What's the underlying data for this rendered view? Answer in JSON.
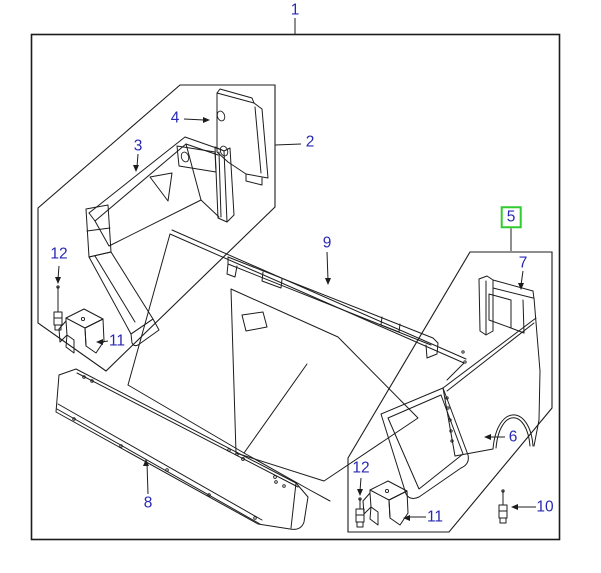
{
  "theme": {
    "background": "#ffffff",
    "line_color": "#1c1c1c",
    "label_color": "#2828b4",
    "highlight_color": "#2ecc2e"
  },
  "diagram": {
    "type": "exploded-parts-diagram",
    "highlighted_callout": "5",
    "callouts": [
      {
        "id": "1",
        "label": "1"
      },
      {
        "id": "2",
        "label": "2"
      },
      {
        "id": "3",
        "label": "3"
      },
      {
        "id": "4",
        "label": "4"
      },
      {
        "id": "5",
        "label": "5",
        "highlighted": true
      },
      {
        "id": "6",
        "label": "6"
      },
      {
        "id": "7",
        "label": "7"
      },
      {
        "id": "8",
        "label": "8"
      },
      {
        "id": "9",
        "label": "9"
      },
      {
        "id": "10",
        "label": "10"
      },
      {
        "id": "11a",
        "label": "11"
      },
      {
        "id": "11b",
        "label": "11"
      },
      {
        "id": "12a",
        "label": "12"
      },
      {
        "id": "12b",
        "label": "12"
      }
    ]
  }
}
